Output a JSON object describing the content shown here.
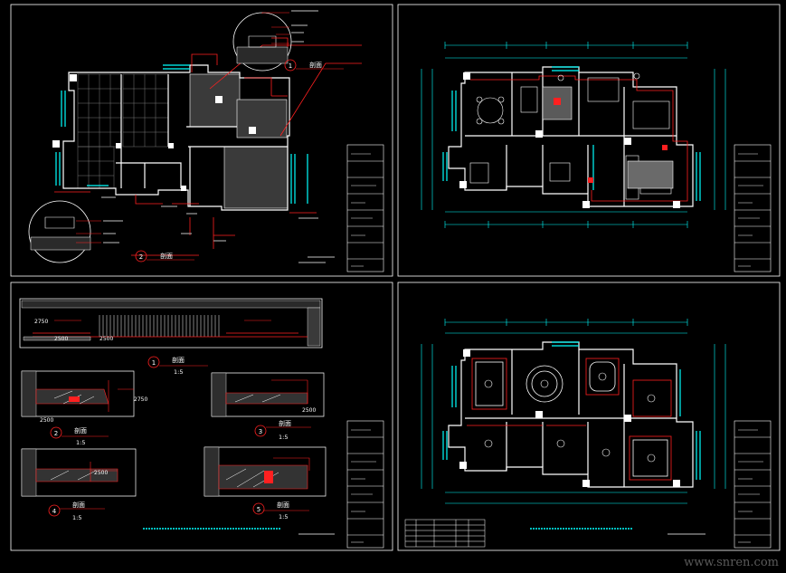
{
  "sheets": [
    {
      "key": "top-left",
      "callouts": [
        {
          "num": "1",
          "label": "剖面"
        },
        {
          "num": "2",
          "label": "剖面"
        }
      ],
      "scale": ""
    },
    {
      "key": "top-right",
      "callouts": [],
      "scale": ""
    },
    {
      "key": "bottom-left",
      "callouts": [
        {
          "num": "1",
          "label": "剖面",
          "scale": "1:5"
        },
        {
          "num": "2",
          "label": "剖面",
          "scale": "1:5"
        },
        {
          "num": "3",
          "label": "剖面",
          "scale": "1:5"
        },
        {
          "num": "4",
          "label": "剖面",
          "scale": "1:5"
        },
        {
          "num": "5",
          "label": "剖面",
          "scale": "1:5"
        }
      ],
      "dims": [
        "2750",
        "2500",
        "2500",
        "2750",
        "2500",
        "2500",
        "2500"
      ]
    },
    {
      "key": "bottom-right",
      "callouts": [],
      "scale": ""
    }
  ],
  "colors": {
    "background": "#000000",
    "frame": "#ffffff",
    "wall": "#ffffff",
    "window": "#00ffff",
    "leader": "#ff2020",
    "dimension": "#00ffff",
    "hatch": "#808080",
    "fill": "#3a3a3a"
  },
  "watermark": "www.snren.com"
}
